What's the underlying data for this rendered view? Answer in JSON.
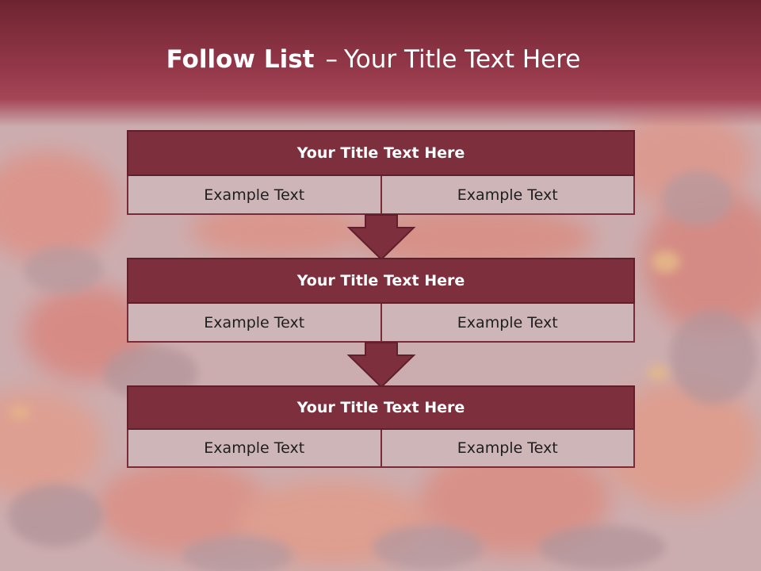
{
  "slide": {
    "title_bold": "Follow List",
    "title_dash": "–",
    "title_rest": "Your Title Text Here"
  },
  "blocks": [
    {
      "title": "Your Title Text Here",
      "left": "Example Text",
      "right": "Example Text"
    },
    {
      "title": "Your Title Text Here",
      "left": "Example Text",
      "right": "Example Text"
    },
    {
      "title": "Your Title Text Here",
      "left": "Example Text",
      "right": "Example Text"
    }
  ],
  "colors": {
    "header": "#94384a",
    "block_title": "#7e2f3d",
    "block_cell": "#ceb6b8",
    "arrow": "#7e2f3d"
  }
}
